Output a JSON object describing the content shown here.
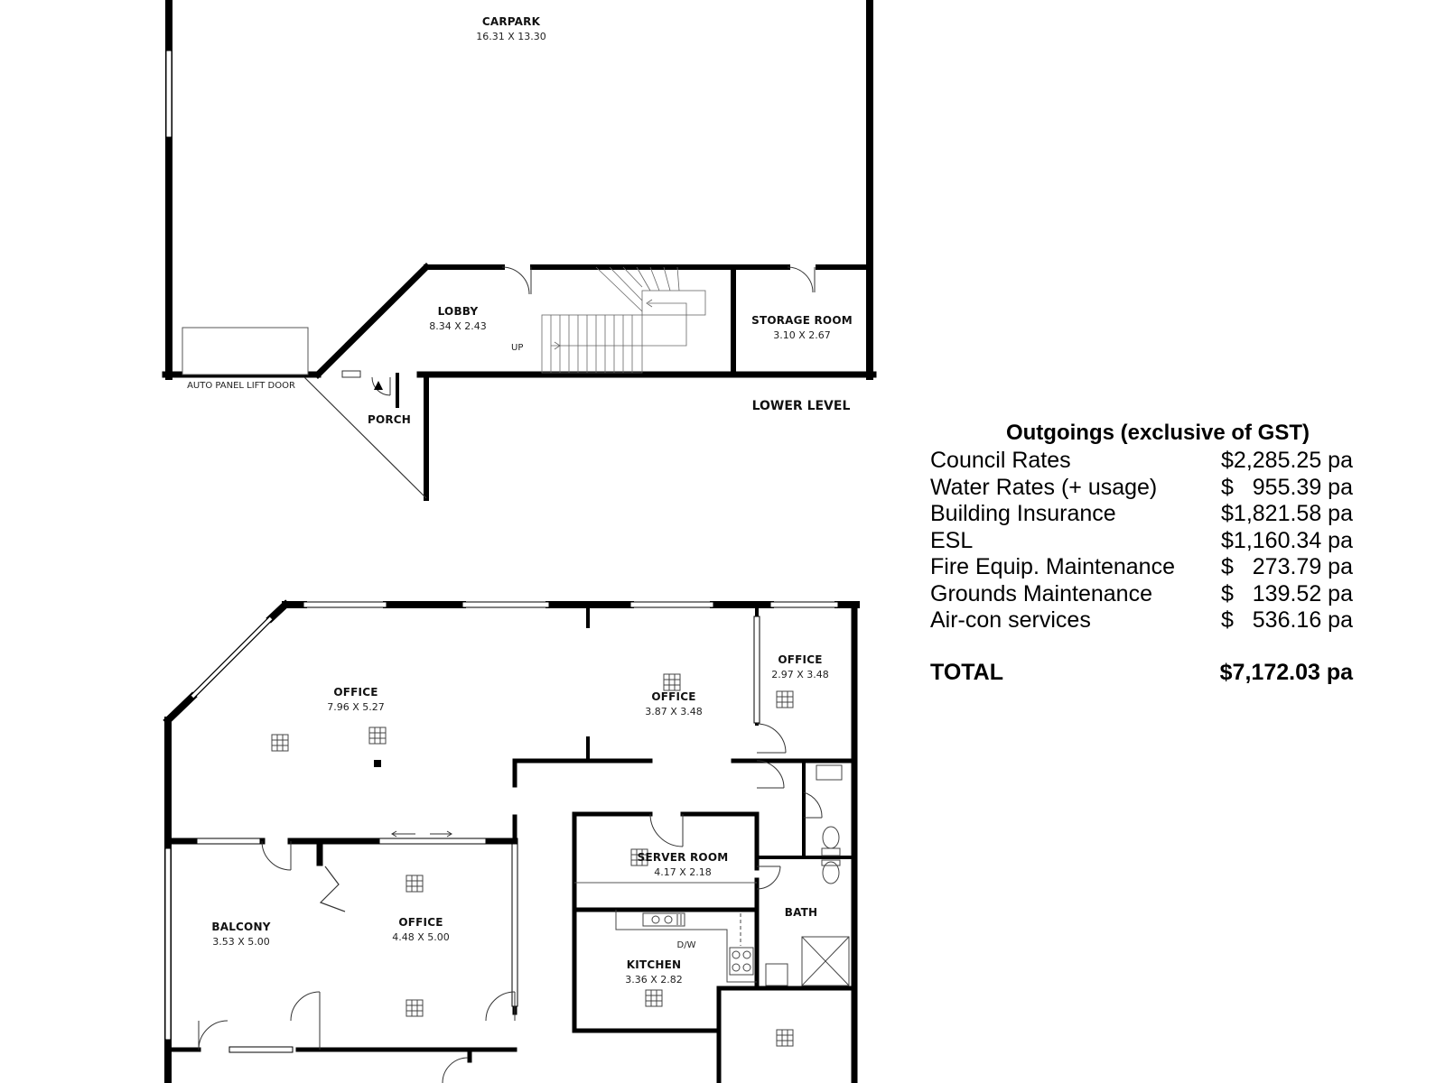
{
  "plan": {
    "level_label": "LOWER LEVEL",
    "rooms": {
      "carpark": {
        "name": "CARPARK",
        "dims": "16.31 X 13.30"
      },
      "lobby": {
        "name": "LOBBY",
        "dims": "8.34 X 2.43"
      },
      "storage": {
        "name": "STORAGE ROOM",
        "dims": "3.10 X 2.67"
      },
      "porch": {
        "name": "PORCH"
      },
      "office_main": {
        "name": "OFFICE",
        "dims": "7.96 X 5.27"
      },
      "office_mid": {
        "name": "OFFICE",
        "dims": "3.87 X 3.48"
      },
      "office_small": {
        "name": "OFFICE",
        "dims": "2.97 X 3.48"
      },
      "server": {
        "name": "SERVER ROOM",
        "dims": "4.17 X 2.18"
      },
      "balcony": {
        "name": "BALCONY",
        "dims": "3.53 X 5.00"
      },
      "office_lower": {
        "name": "OFFICE",
        "dims": "4.48 X 5.00"
      },
      "kitchen": {
        "name": "KITCHEN",
        "dims": "3.36 X 2.82"
      },
      "bath": {
        "name": "BATH"
      }
    },
    "labels": {
      "lift_door": "AUTO PANEL LIFT DOOR",
      "stairs_up": "UP",
      "dishwasher": "D/W"
    }
  },
  "outgoings": {
    "title": "Outgoings (exclusive of GST)",
    "items": [
      {
        "label": "Council Rates",
        "value": "$2,285.25 pa"
      },
      {
        "label": "Water Rates (+ usage)",
        "value": "$   955.39 pa"
      },
      {
        "label": "Building Insurance",
        "value": "$1,821.58 pa"
      },
      {
        "label": "ESL",
        "value": "$1,160.34 pa"
      },
      {
        "label": "Fire Equip. Maintenance",
        "value": "$   273.79 pa"
      },
      {
        "label": "Grounds Maintenance",
        "value": "$   139.52 pa"
      },
      {
        "label": "Air-con services",
        "value": "$   536.16 pa"
      }
    ],
    "total_label": "TOTAL",
    "total_value": "$7,172.03 pa"
  }
}
